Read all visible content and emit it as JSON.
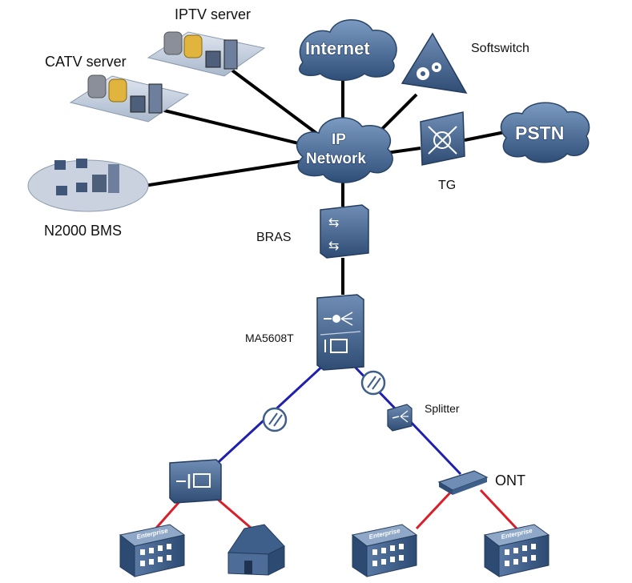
{
  "diagram": {
    "labels": {
      "iptv_server": "IPTV server",
      "catv_server": "CATV server",
      "n2000_bms": "N2000 BMS",
      "internet": "Internet",
      "softswitch": "Softswitch",
      "ip_network_line1": "IP",
      "ip_network_line2": "Network",
      "pstn": "PSTN",
      "tg": "TG",
      "bras": "BRAS",
      "ma5608t": "MA5608T",
      "splitter": "Splitter",
      "ont": "ONT",
      "enterprise": "Enterprise"
    },
    "colors": {
      "backbone_link": "#000000",
      "fiber_link": "#1f1fb0",
      "access_link": "#d9202a",
      "device_blue": "#3e5f8a",
      "cloud_fill": "#4a6d96"
    }
  }
}
